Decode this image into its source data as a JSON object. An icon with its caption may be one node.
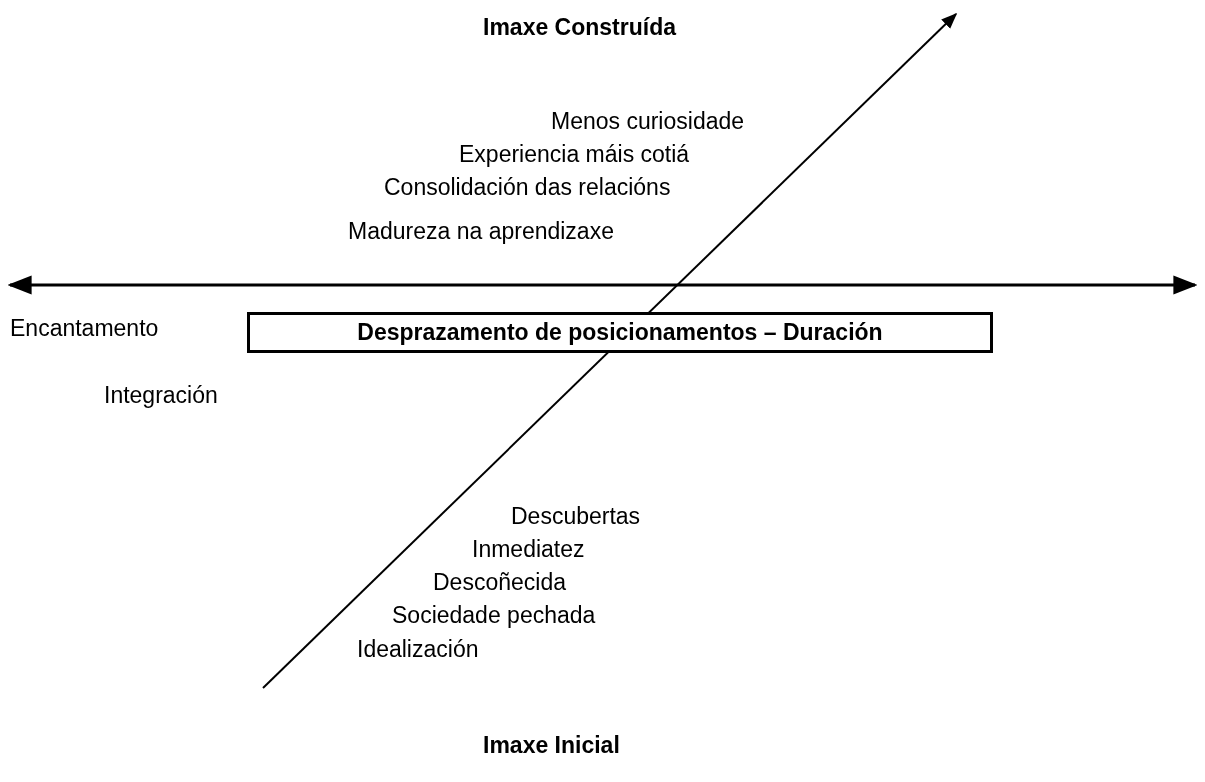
{
  "diagram": {
    "nodes": [
      {
        "text": [
          "Desprazamento de posicionamentos – Duración"
        ]
      }
    ],
    "labels": [
      "Imaxe Construída",
      "Menos curiosidade",
      "Experiencia máis cotiá",
      "Consolidación das relacións",
      "Madureza na aprendizaxe",
      "Encantamento",
      "Integración",
      "Descubertas",
      "Inmediatez",
      "Descoñecida",
      "Sociedade pechada",
      "Idealización",
      "Imaxe Inicial"
    ]
  }
}
